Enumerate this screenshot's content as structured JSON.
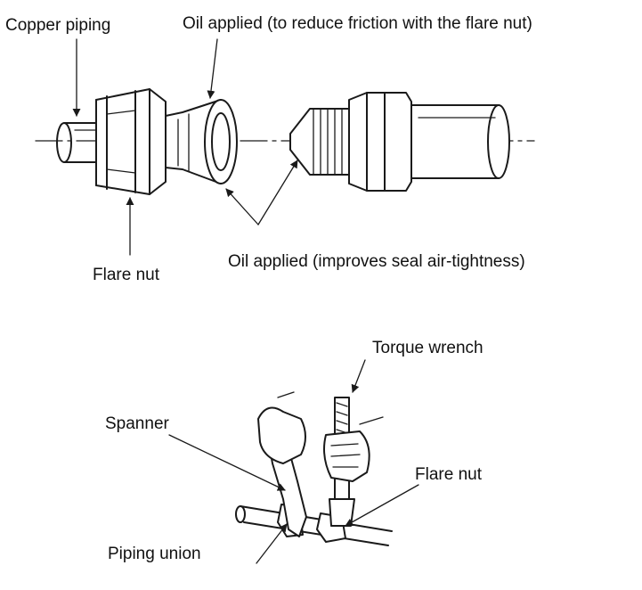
{
  "top_diagram": {
    "labels": {
      "copper_piping": "Copper piping",
      "oil_applied_flare": "Oil applied (to reduce friction with the flare nut)",
      "flare_nut": "Flare nut",
      "oil_applied_seal": "Oil applied (improves seal air-tightness)"
    }
  },
  "bottom_diagram": {
    "labels": {
      "torque_wrench": "Torque wrench",
      "spanner": "Spanner",
      "flare_nut": "Flare nut",
      "piping_union": "Piping union"
    }
  }
}
